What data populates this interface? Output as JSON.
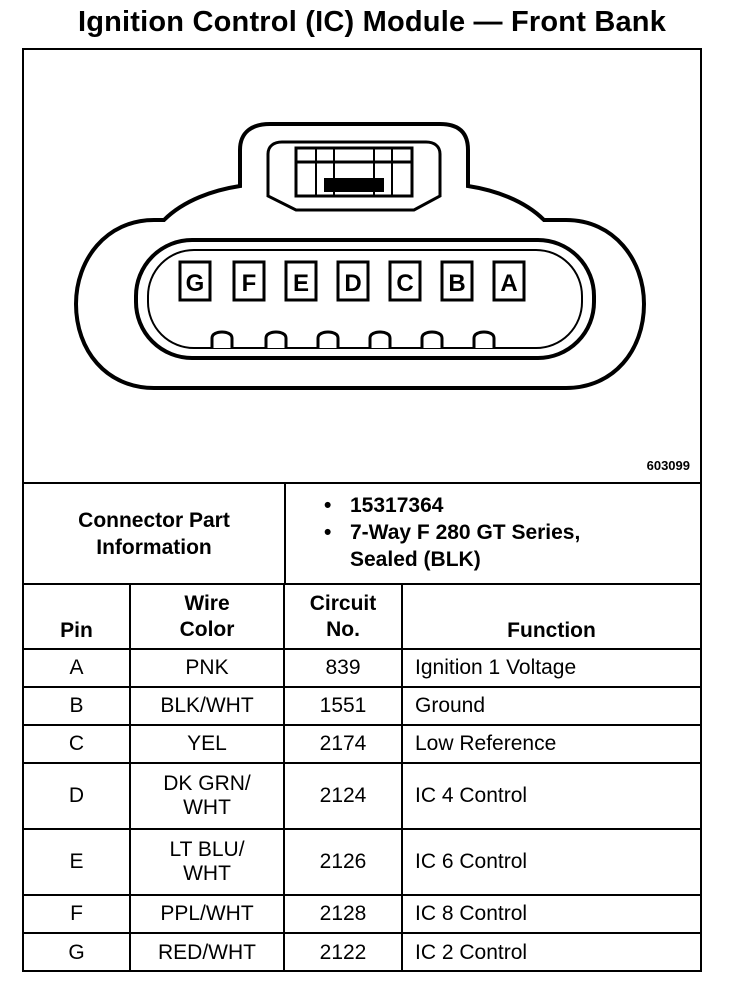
{
  "title": "Ignition Control (IC) Module — Front Bank",
  "figure_id": "603099",
  "connector": {
    "pin_letters": [
      "G",
      "F",
      "E",
      "D",
      "C",
      "B",
      "A"
    ]
  },
  "part_info": {
    "label_line1": "Connector Part",
    "label_line2": "Information",
    "part_number": "15317364",
    "description_line1": "7-Way F 280 GT Series,",
    "description_line2": "Sealed (BLK)"
  },
  "table": {
    "headers": {
      "pin": "Pin",
      "wire_color_line1": "Wire",
      "wire_color_line2": "Color",
      "circuit_line1": "Circuit",
      "circuit_line2": "No.",
      "function": "Function"
    },
    "rows": [
      {
        "pin": "A",
        "color_line1": "PNK",
        "color_line2": "",
        "circuit": "839",
        "function": "Ignition 1 Voltage"
      },
      {
        "pin": "B",
        "color_line1": "BLK/WHT",
        "color_line2": "",
        "circuit": "1551",
        "function": "Ground"
      },
      {
        "pin": "C",
        "color_line1": "YEL",
        "color_line2": "",
        "circuit": "2174",
        "function": "Low Reference"
      },
      {
        "pin": "D",
        "color_line1": "DK GRN/",
        "color_line2": "WHT",
        "circuit": "2124",
        "function": "IC 4 Control"
      },
      {
        "pin": "E",
        "color_line1": "LT BLU/",
        "color_line2": "WHT",
        "circuit": "2126",
        "function": "IC 6 Control"
      },
      {
        "pin": "F",
        "color_line1": "PPL/WHT",
        "color_line2": "",
        "circuit": "2128",
        "function": "IC 8 Control"
      },
      {
        "pin": "G",
        "color_line1": "RED/WHT",
        "color_line2": "",
        "circuit": "2122",
        "function": "IC 2 Control"
      }
    ]
  }
}
